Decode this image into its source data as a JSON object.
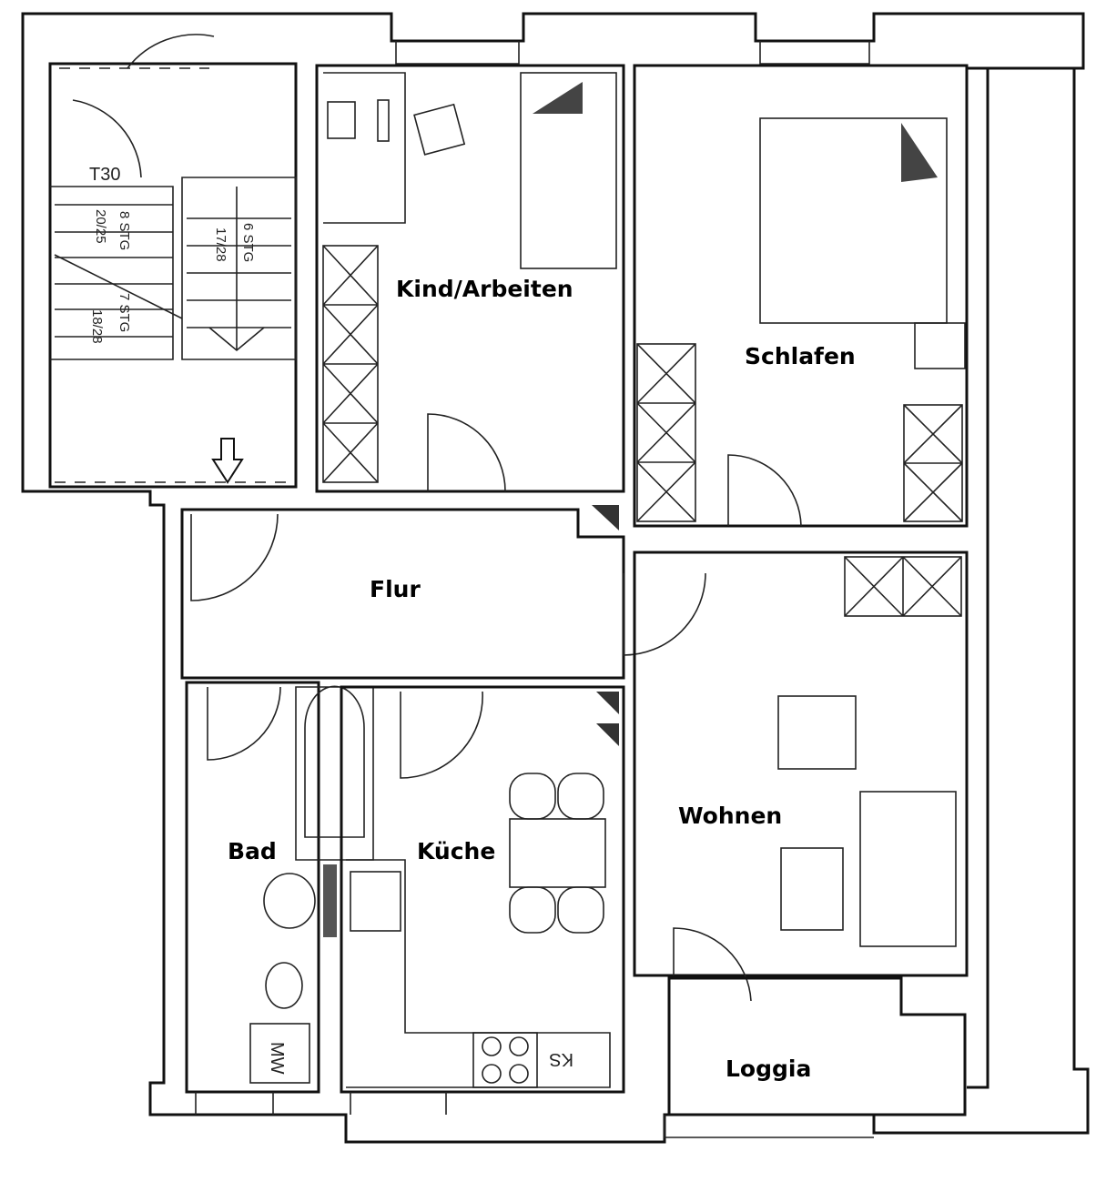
{
  "rooms": {
    "kind": "Kind/Arbeiten",
    "schlafen": "Schlafen",
    "flur": "Flur",
    "bad": "Bad",
    "kueche": "Küche",
    "wohnen": "Wohnen",
    "loggia": "Loggia"
  },
  "annotations": {
    "door_rating": "T30",
    "stair_left_top": "8 STG",
    "stair_left_top_dim": "20/25",
    "stair_left_bottom": "7 STG",
    "stair_left_bottom_dim": "18/28",
    "stair_right": "6 STG",
    "stair_right_dim": "17/28",
    "washer": "MW",
    "fridge": "KS"
  }
}
